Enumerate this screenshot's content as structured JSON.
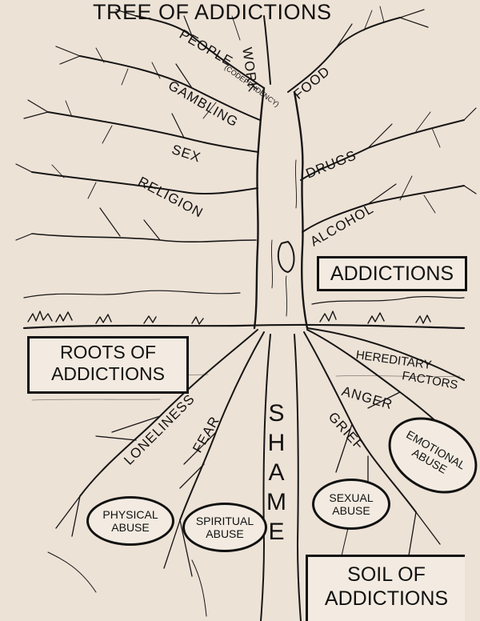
{
  "title": "TREE OF ADDICTIONS",
  "boxes": {
    "addictions": "ADDICTIONS",
    "roots_line1": "ROOTS OF",
    "roots_line2": "ADDICTIONS",
    "soil_line1": "SOIL OF",
    "soil_line2": "ADDICTIONS"
  },
  "branches": {
    "work": "WORK",
    "people": "PEOPLE",
    "codependency": "(CODEPENDENCY)",
    "food": "FOOD",
    "gambling": "GAMBLING",
    "sex": "SEX",
    "drugs": "DRUGS",
    "religion": "RELIGION",
    "alcohol": "ALCOHOL"
  },
  "roots": {
    "hereditary_line1": "HEREDITARY",
    "hereditary_line2": "FACTORS",
    "anger": "ANGER",
    "loneliness": "LONELINESS",
    "fear": "FEAR",
    "grief": "GRIEF",
    "shame": "SHAME"
  },
  "ovals": {
    "emotional_line1": "EMOTIONAL",
    "emotional_line2": "ABUSE",
    "physical_line1": "PHYSICAL",
    "physical_line2": "ABUSE",
    "spiritual_line1": "SPIRITUAL",
    "spiritual_line2": "ABUSE",
    "sexual_line1": "SEXUAL",
    "sexual_line2": "ABUSE"
  },
  "colors": {
    "background": "#ede2d6",
    "ink": "#111111"
  }
}
